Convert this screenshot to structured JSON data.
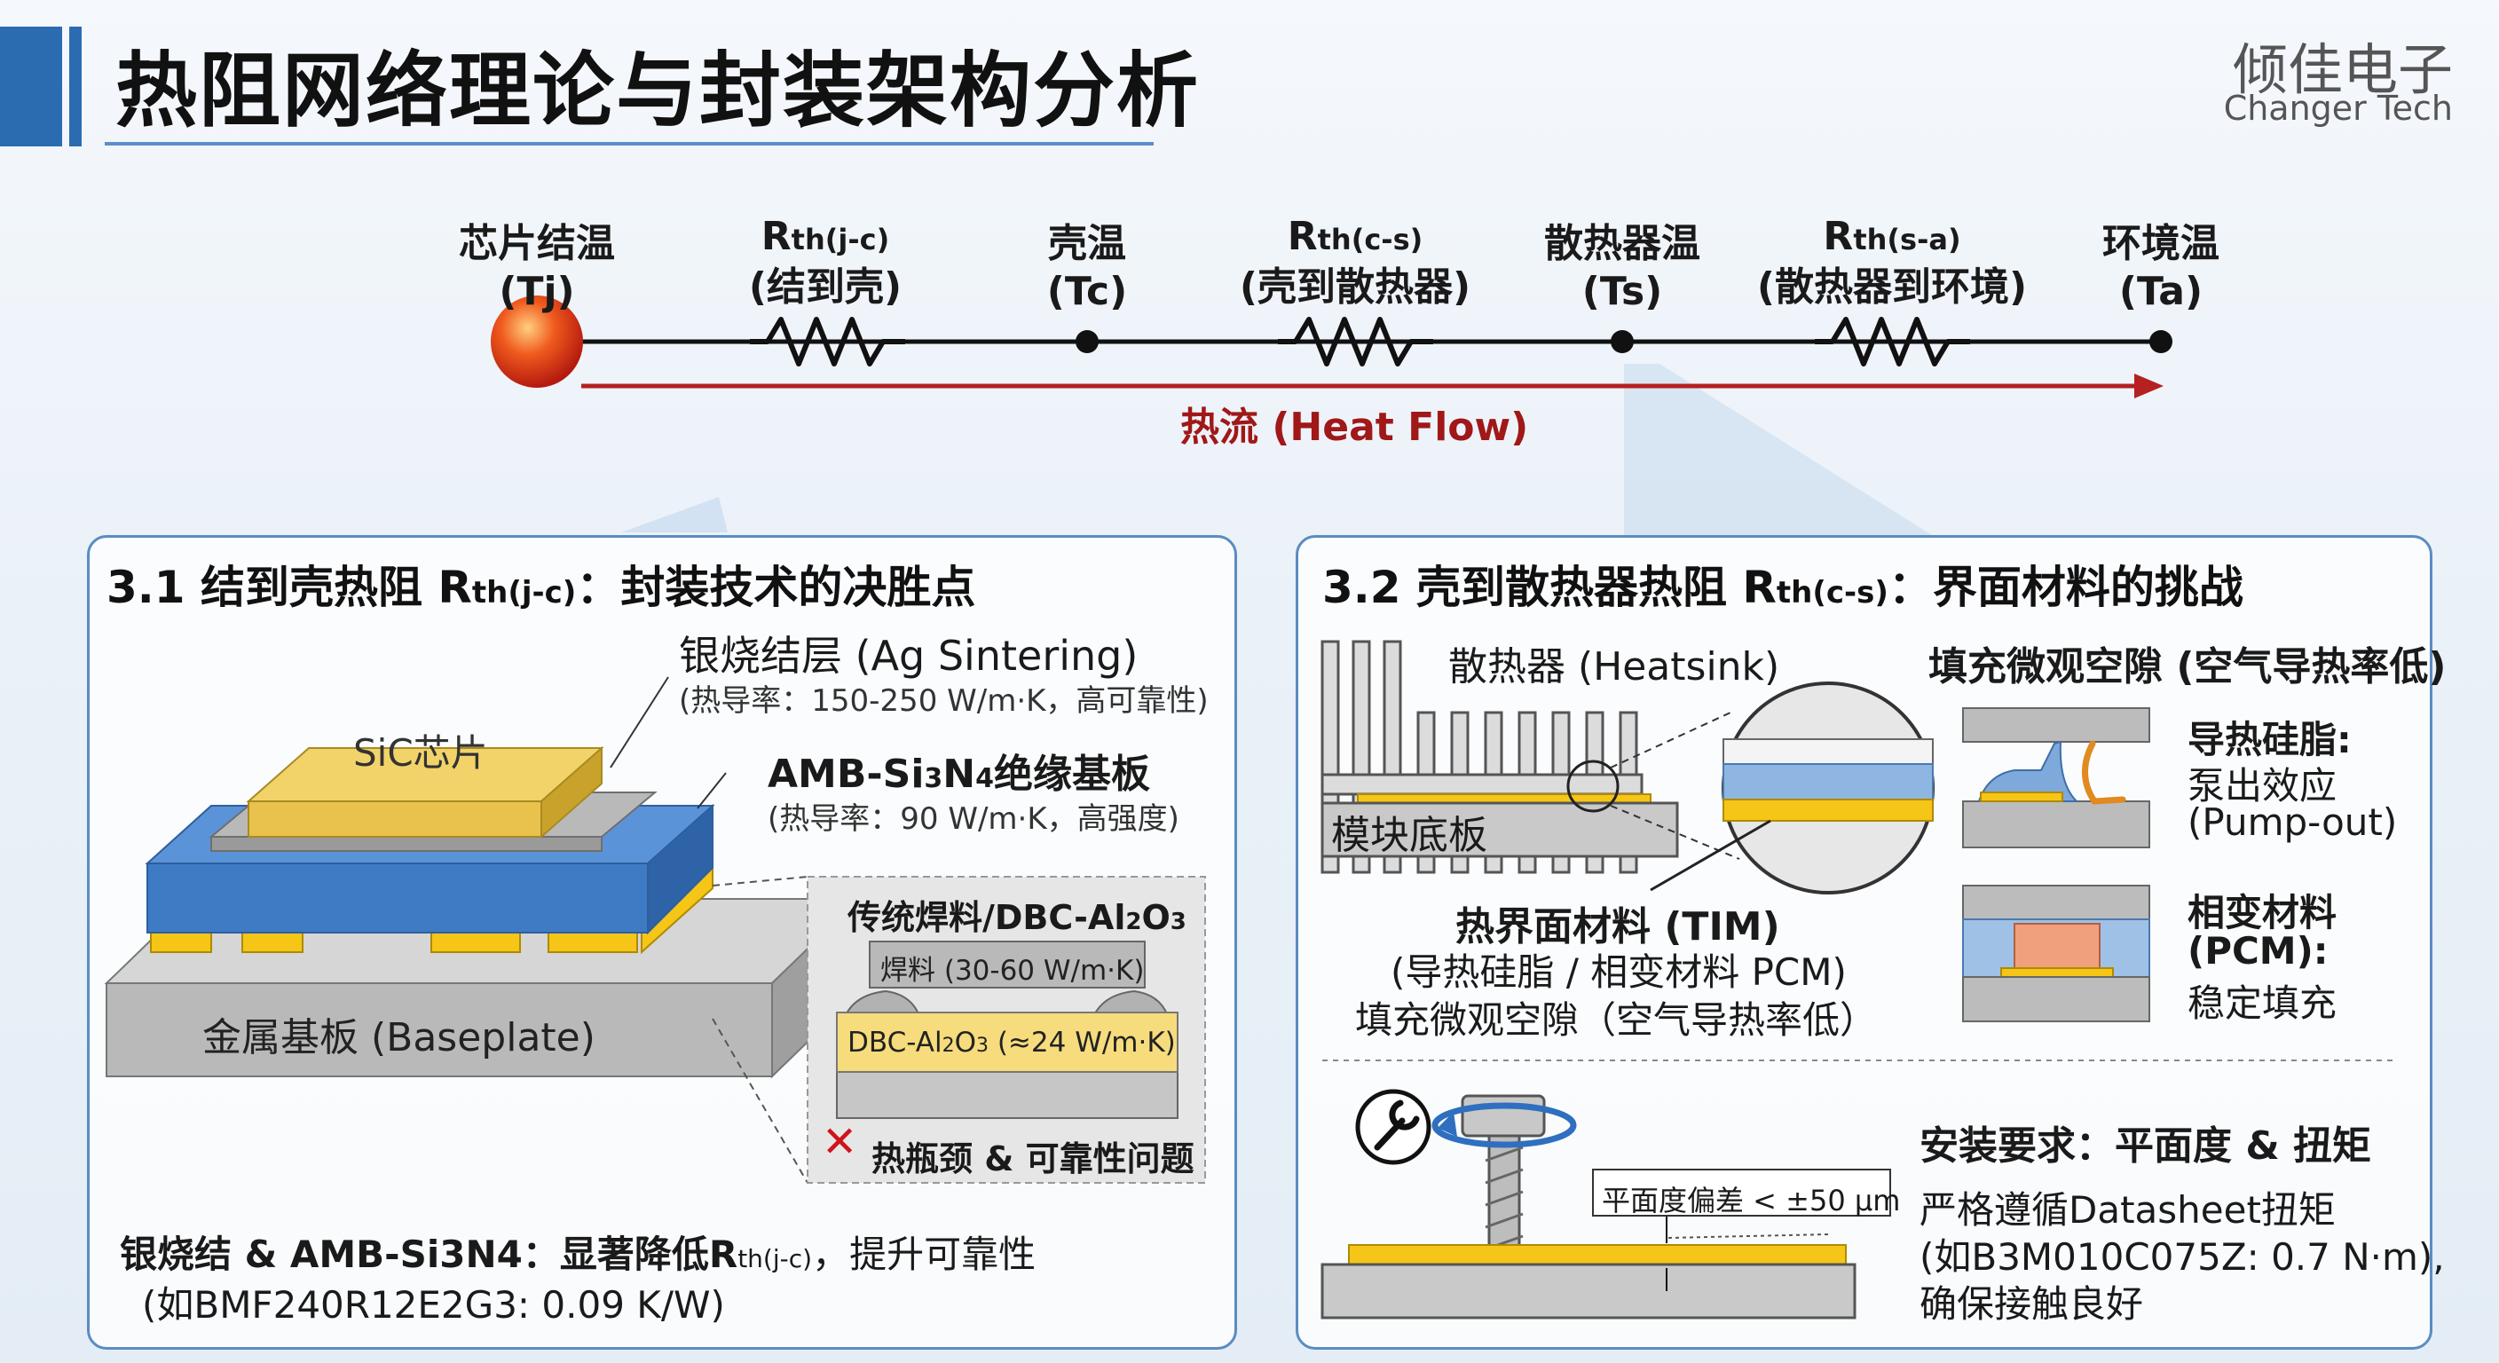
{
  "header": {
    "title": "热阻网络理论与封装架构分析",
    "brand_cn": "倾佳电子",
    "brand_en": "Changer Tech"
  },
  "chain": {
    "node1": {
      "l1": "芯片结温",
      "l2": "(Tj)"
    },
    "r1": {
      "main": "R",
      "sub": "th(j-c)",
      "l2": "(结到壳)"
    },
    "node2": {
      "l1": "壳温",
      "l2": "(Tc)"
    },
    "r2": {
      "main": "R",
      "sub": "th(c-s)",
      "l2": "(壳到散热器)"
    },
    "node3": {
      "l1": "散热器温",
      "l2": "(Ts)"
    },
    "r3": {
      "main": "R",
      "sub": "th(s-a)",
      "l2": "(散热器到环境)"
    },
    "node4": {
      "l1": "环境温",
      "l2": "(Ta)"
    },
    "flow": "热流 (Heat Flow)"
  },
  "left": {
    "title_a": "3.1 结到壳热阻 R",
    "title_sub": "th(j-c)",
    "title_b": "：封装技术的决胜点",
    "ag_title": "银烧结层 (Ag Sintering)",
    "ag_desc": "(热导率：150-250 W/m·K，高可靠性)",
    "amb_title_a": "AMB-Si",
    "amb_sub1": "3",
    "amb_title_b": "N",
    "amb_sub2": "4",
    "amb_title_c": "绝缘基板",
    "amb_desc": "(热导率：90 W/m·K，高强度)",
    "chip_label": "SiC芯片",
    "baseplate_label": "金属基板 (Baseplate)",
    "inset_title_a": "传统焊料/DBC-Al",
    "inset_sub1": "2",
    "inset_title_b": "O",
    "inset_sub2": "3",
    "solder_label": "焊料 (30-60 W/m·K)",
    "dbc_a": "DBC-Al",
    "dbc_sub1": "2",
    "dbc_b": "O",
    "dbc_sub2": "3",
    "dbc_c": " (≈24 W/m·K)",
    "bottleneck": "热瓶颈 & 可靠性问题",
    "summary_a": "银烧结 & AMB-Si3N4：显著降低R",
    "summary_sub": "th(j-c)",
    "summary_b": "，提升可靠性",
    "summary_line2": "(如BMF240R12E2G3: 0.09 K/W)"
  },
  "right": {
    "title_a": "3.2 壳到散热器热阻 R",
    "title_sub": "th(c-s)",
    "title_b": "：界面材料的挑战",
    "heatsink_label": "散热器 (Heatsink)",
    "module_label": "模块底板",
    "void_heading": "填充微观空隙 (空气导热率低)",
    "tim_title": "热界面材料 (TIM)",
    "tim_line2": "(导热硅脂 / 相变材料 PCM)",
    "tim_line3": "填充微观空隙（空气导热率低）",
    "grease_title": "导热硅脂:",
    "grease_l2": "泵出效应",
    "grease_l3": "(Pump-out)",
    "pcm_title": "相变材料",
    "pcm_l2": "(PCM):",
    "pcm_l3": "稳定填充",
    "flatness": "平面度偏差 < ±50 µm",
    "install_title": "安装要求：平面度 & 扭矩",
    "install_l2": "严格遵循Datasheet扭矩",
    "install_l3": "(如B3M010C075Z: 0.7 N·m),",
    "install_l4": "确保接触良好"
  }
}
